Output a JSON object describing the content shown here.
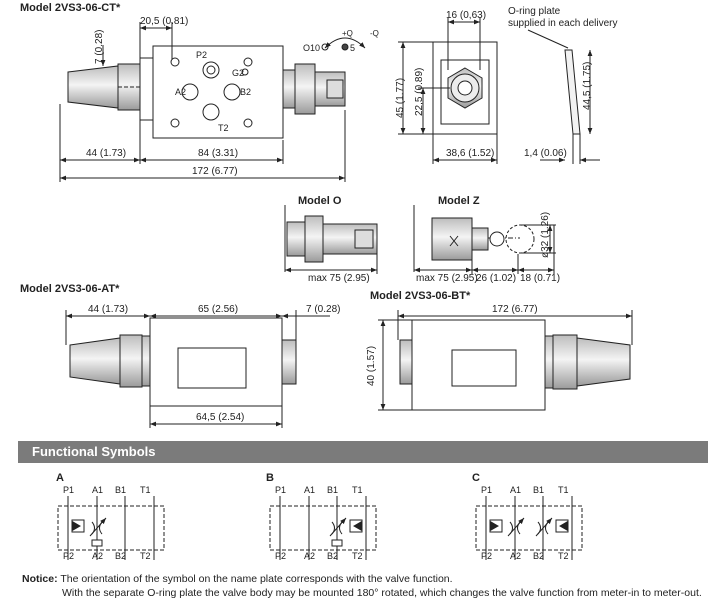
{
  "models": {
    "ct": "Model 2VS3-06-CT*",
    "o": "Model O",
    "z": "Model Z",
    "at": "Model 2VS3-06-AT*",
    "bt": "Model 2VS3-06-BT*"
  },
  "oring_note": {
    "line1": "O-ring plate",
    "line2": "supplied in each delivery"
  },
  "dims": {
    "d_20_5": "20,5 (0.81)",
    "d_7": "7 (0.28)",
    "d_44": "44 (1.73)",
    "d_84": "84 (3.31)",
    "d_172": "172 (6.77)",
    "d_16": "16 (0,63)",
    "d_22_5": "22,5 (0.89)",
    "d_45": "45 (1.77)",
    "d_38_6": "38,6 (1.52)",
    "d_1_4": "1,4 (0.06)",
    "d_44_5": "44,5 (1.75)",
    "d_max75": "max 75 (2.95)",
    "d_26": "26 (1.02)",
    "d_18": "18 (0.71)",
    "d_32": "ø32 (1.26)",
    "d_65": "65 (2.56)",
    "d_64_5": "64,5 (2.54)",
    "d_40": "40 (1.57)"
  },
  "ports": {
    "p2": "P2",
    "g2": "G2",
    "a2": "A2",
    "b2": "B2",
    "t2": "T2"
  },
  "adjust": {
    "o10": "O10",
    "o5": "5",
    "plus_q": "+Q",
    "minus_q": "-Q"
  },
  "section_title": "Functional Symbols",
  "symbols": [
    {
      "letter": "A",
      "top": [
        "P1",
        "A1",
        "B1",
        "T1"
      ],
      "bottom": [
        "P2",
        "A2",
        "B2",
        "T2"
      ]
    },
    {
      "letter": "B",
      "top": [
        "P1",
        "A1",
        "B1",
        "T1"
      ],
      "bottom": [
        "P2",
        "A2",
        "B2",
        "T2"
      ]
    },
    {
      "letter": "C",
      "top": [
        "P1",
        "A1",
        "B1",
        "T1"
      ],
      "bottom": [
        "P2",
        "A2",
        "B2",
        "T2"
      ]
    }
  ],
  "notice": {
    "label": "Notice:",
    "line1": "The orientation of the symbol on the name plate corresponds with the valve function.",
    "line2": "With the separate O-ring plate the valve body may be mounted 180° rotated, which changes the valve function from meter-in to meter-out."
  }
}
